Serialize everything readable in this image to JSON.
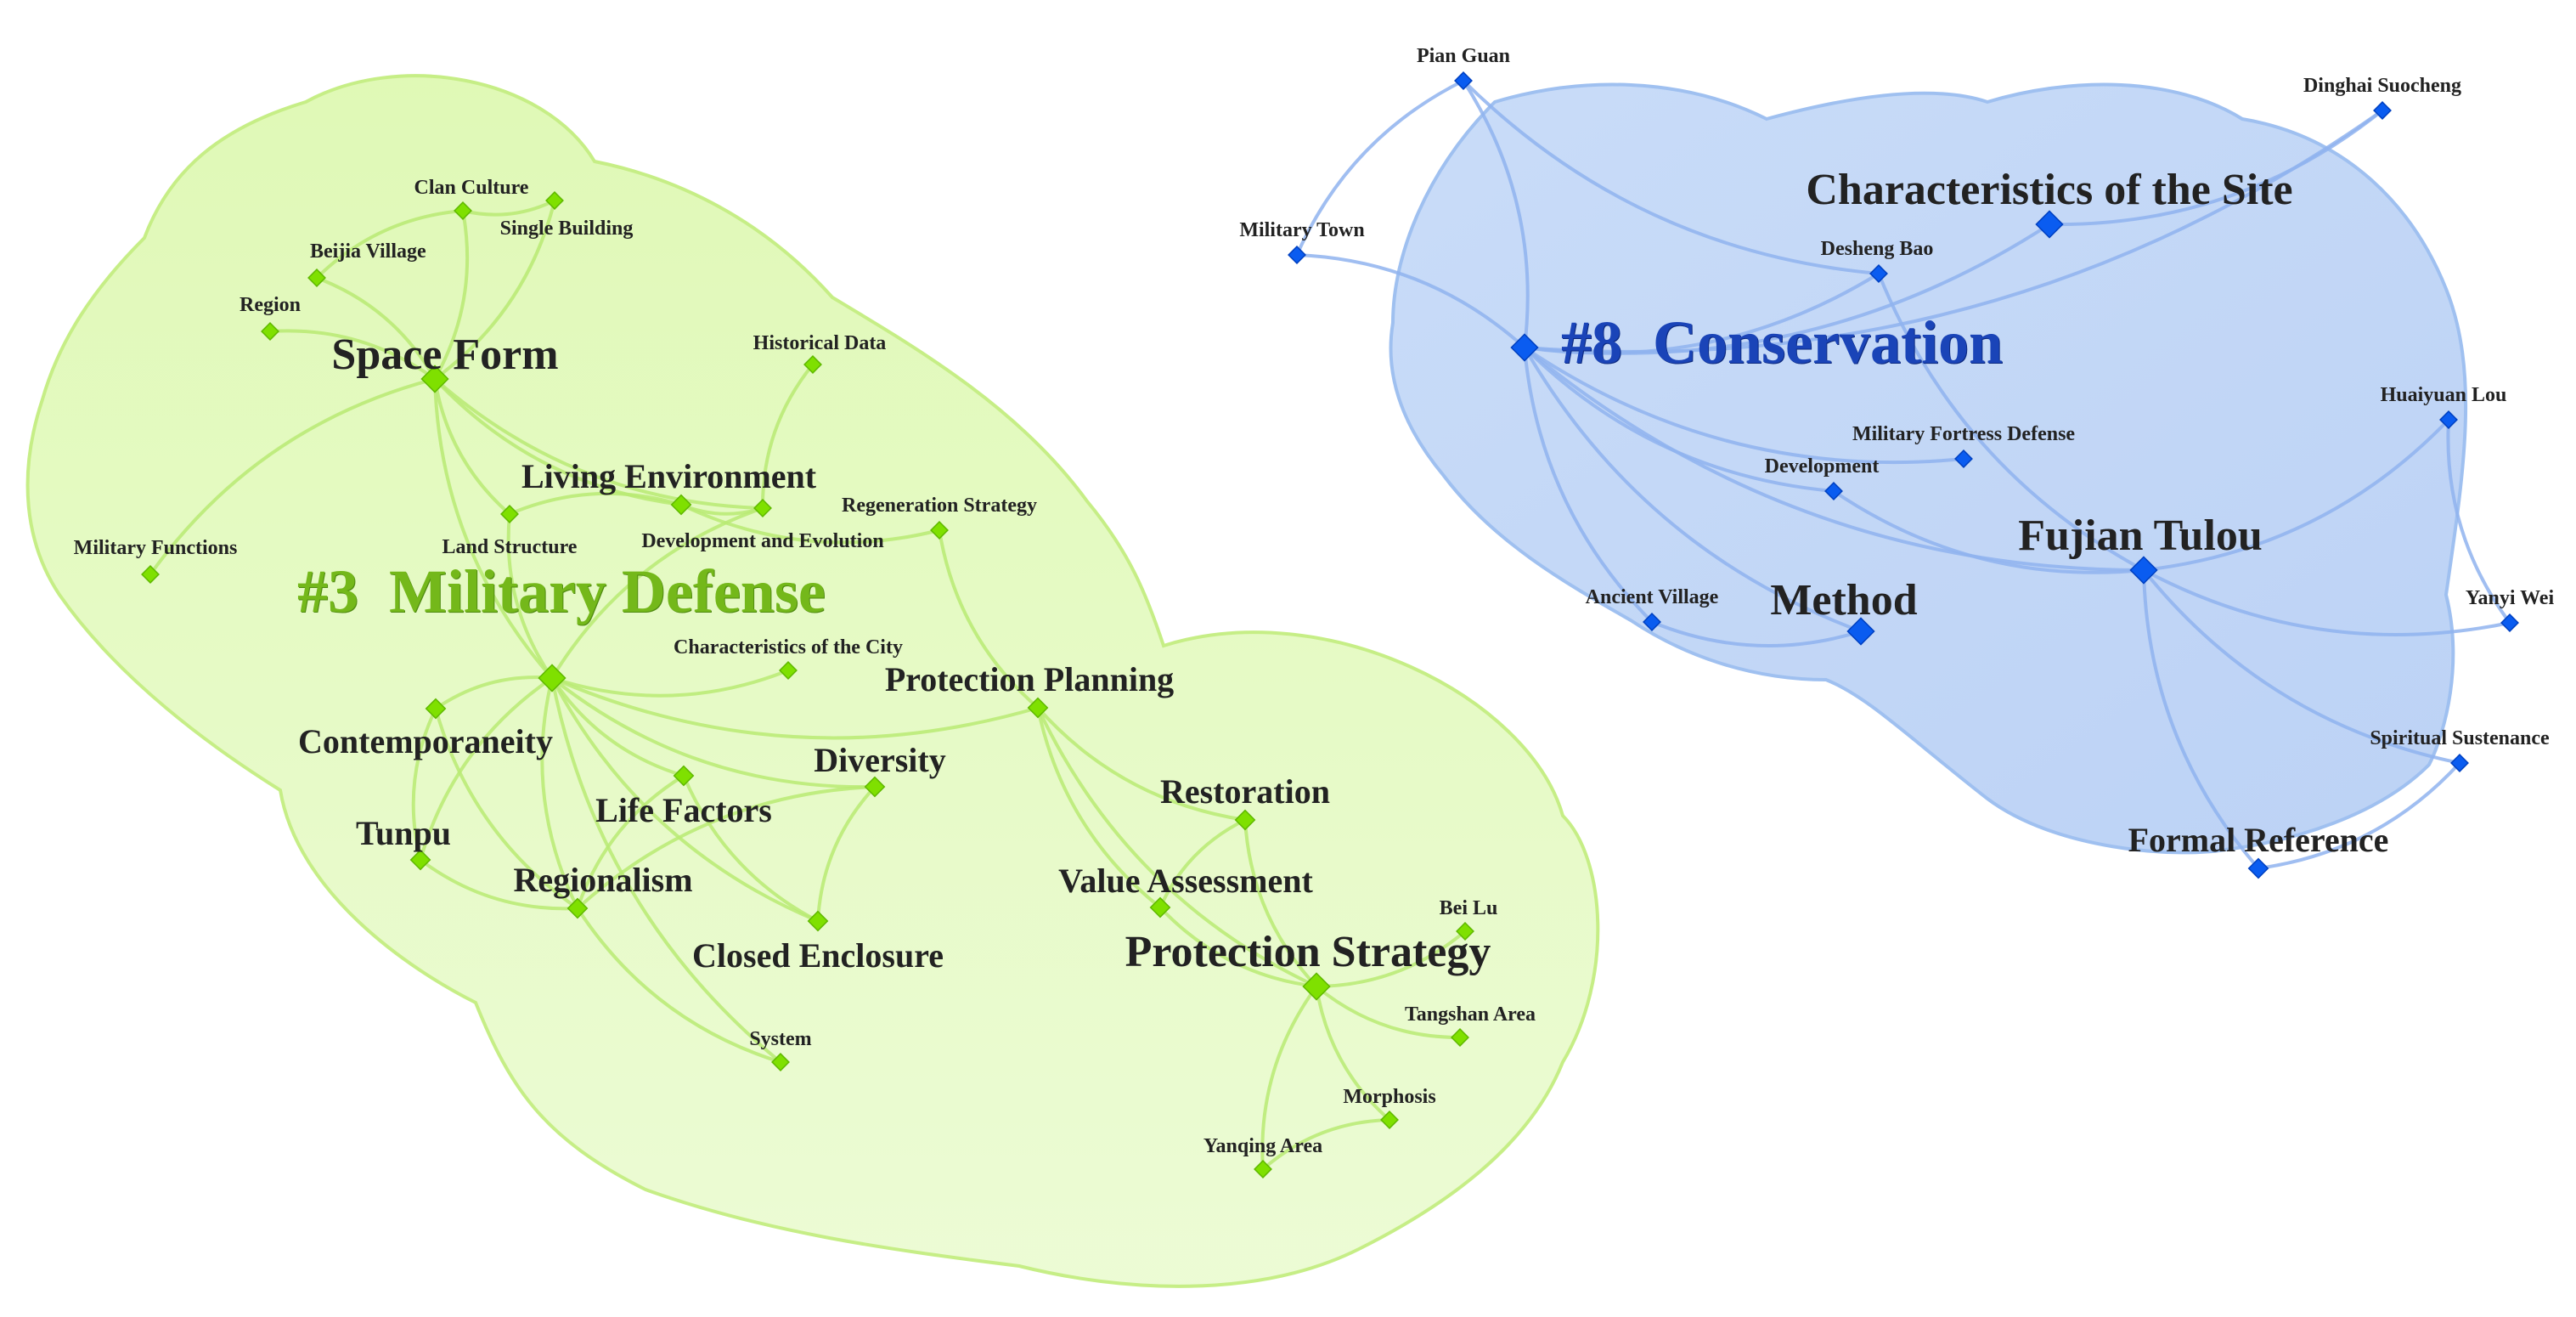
{
  "clusters": [
    {
      "id": "c3",
      "number": "#3",
      "name": "Military Defense",
      "color": "#7cb518",
      "fill": "#d9f7a8",
      "node_color": "#7fe000"
    },
    {
      "id": "c8",
      "number": "#8",
      "name": "Conservation",
      "color": "#1a44b8",
      "fill": "#b9d1f4",
      "node_color": "#0a5cf0"
    }
  ],
  "nodes": [
    {
      "id": "space_form",
      "cluster": "c3",
      "label": "Space Form",
      "weight": 3
    },
    {
      "id": "clan_culture",
      "cluster": "c3",
      "label": "Clan Culture",
      "weight": 1
    },
    {
      "id": "single_building",
      "cluster": "c3",
      "label": "Single Building",
      "weight": 1
    },
    {
      "id": "beijia_village",
      "cluster": "c3",
      "label": "Beijia Village",
      "weight": 1
    },
    {
      "id": "region",
      "cluster": "c3",
      "label": "Region",
      "weight": 1
    },
    {
      "id": "historical_data",
      "cluster": "c3",
      "label": "Historical Data",
      "weight": 1
    },
    {
      "id": "living_environment",
      "cluster": "c3",
      "label": "Living Environment",
      "weight": 2
    },
    {
      "id": "land_structure",
      "cluster": "c3",
      "label": "Land Structure",
      "weight": 1
    },
    {
      "id": "dev_evolution",
      "cluster": "c3",
      "label": "Development and Evolution",
      "weight": 1
    },
    {
      "id": "regen_strategy",
      "cluster": "c3",
      "label": "Regeneration Strategy",
      "weight": 1
    },
    {
      "id": "military_functions",
      "cluster": "c3",
      "label": "Military Functions",
      "weight": 1
    },
    {
      "id": "military_defense",
      "cluster": "c3",
      "label": "",
      "weight": 3
    },
    {
      "id": "char_city",
      "cluster": "c3",
      "label": "Characteristics of the City",
      "weight": 1
    },
    {
      "id": "protection_planning",
      "cluster": "c3",
      "label": "Protection Planning",
      "weight": 2
    },
    {
      "id": "contemporaneity",
      "cluster": "c3",
      "label": "Contemporaneity",
      "weight": 2
    },
    {
      "id": "diversity",
      "cluster": "c3",
      "label": "Diversity",
      "weight": 2
    },
    {
      "id": "life_factors",
      "cluster": "c3",
      "label": "Life Factors",
      "weight": 2
    },
    {
      "id": "tunpu",
      "cluster": "c3",
      "label": "Tunpu",
      "weight": 2
    },
    {
      "id": "regionalism",
      "cluster": "c3",
      "label": "Regionalism",
      "weight": 2
    },
    {
      "id": "closed_enclosure",
      "cluster": "c3",
      "label": "Closed Enclosure",
      "weight": 2
    },
    {
      "id": "restoration",
      "cluster": "c3",
      "label": "Restoration",
      "weight": 2
    },
    {
      "id": "value_assessment",
      "cluster": "c3",
      "label": "Value Assessment",
      "weight": 2
    },
    {
      "id": "bei_lu",
      "cluster": "c3",
      "label": "Bei Lu",
      "weight": 1
    },
    {
      "id": "protection_strategy",
      "cluster": "c3",
      "label": "Protection Strategy",
      "weight": 3
    },
    {
      "id": "tangshan_area",
      "cluster": "c3",
      "label": "Tangshan Area",
      "weight": 1
    },
    {
      "id": "system",
      "cluster": "c3",
      "label": "System",
      "weight": 1
    },
    {
      "id": "morphosis",
      "cluster": "c3",
      "label": "Morphosis",
      "weight": 1
    },
    {
      "id": "yanqing_area",
      "cluster": "c3",
      "label": "Yanqing Area",
      "weight": 1
    },
    {
      "id": "pian_guan",
      "cluster": "c8",
      "label": "Pian Guan",
      "weight": 1
    },
    {
      "id": "dinghai_suocheng",
      "cluster": "c8",
      "label": "Dinghai Suocheng",
      "weight": 1
    },
    {
      "id": "military_town",
      "cluster": "c8",
      "label": "Military Town",
      "weight": 1
    },
    {
      "id": "char_site",
      "cluster": "c8",
      "label": "Characteristics of the Site",
      "weight": 3
    },
    {
      "id": "desheng_bao",
      "cluster": "c8",
      "label": "Desheng Bao",
      "weight": 1
    },
    {
      "id": "conservation",
      "cluster": "c8",
      "label": "",
      "weight": 3
    },
    {
      "id": "mil_fortress",
      "cluster": "c8",
      "label": "Military Fortress Defense",
      "weight": 1
    },
    {
      "id": "development",
      "cluster": "c8",
      "label": "Development",
      "weight": 1
    },
    {
      "id": "huaiyuan_lou",
      "cluster": "c8",
      "label": "Huaiyuan Lou",
      "weight": 1
    },
    {
      "id": "fujian_tulou",
      "cluster": "c8",
      "label": "Fujian Tulou",
      "weight": 3
    },
    {
      "id": "ancient_village",
      "cluster": "c8",
      "label": "Ancient Village",
      "weight": 1
    },
    {
      "id": "method",
      "cluster": "c8",
      "label": "Method",
      "weight": 3
    },
    {
      "id": "yanyi_wei",
      "cluster": "c8",
      "label": "Yanyi Wei",
      "weight": 1
    },
    {
      "id": "spiritual_sustenance",
      "cluster": "c8",
      "label": "Spiritual Sustenance",
      "weight": 1
    },
    {
      "id": "formal_reference",
      "cluster": "c8",
      "label": "Formal Reference",
      "weight": 2
    }
  ],
  "links": [
    [
      "space_form",
      "clan_culture"
    ],
    [
      "space_form",
      "single_building"
    ],
    [
      "space_form",
      "beijia_village"
    ],
    [
      "space_form",
      "region"
    ],
    [
      "space_form",
      "military_functions"
    ],
    [
      "space_form",
      "land_structure"
    ],
    [
      "space_form",
      "living_environment"
    ],
    [
      "space_form",
      "military_defense"
    ],
    [
      "space_form",
      "dev_evolution"
    ],
    [
      "clan_culture",
      "single_building"
    ],
    [
      "clan_culture",
      "beijia_village"
    ],
    [
      "historical_data",
      "dev_evolution"
    ],
    [
      "living_environment",
      "dev_evolution"
    ],
    [
      "living_environment",
      "land_structure"
    ],
    [
      "living_environment",
      "regen_strategy"
    ],
    [
      "dev_evolution",
      "military_defense"
    ],
    [
      "land_structure",
      "military_defense"
    ],
    [
      "regen_strategy",
      "protection_planning"
    ],
    [
      "military_defense",
      "char_city"
    ],
    [
      "military_defense",
      "contemporaneity"
    ],
    [
      "military_defense",
      "diversity"
    ],
    [
      "military_defense",
      "life_factors"
    ],
    [
      "military_defense",
      "tunpu"
    ],
    [
      "military_defense",
      "regionalism"
    ],
    [
      "military_defense",
      "closed_enclosure"
    ],
    [
      "military_defense",
      "protection_planning"
    ],
    [
      "military_defense",
      "system"
    ],
    [
      "contemporaneity",
      "tunpu"
    ],
    [
      "contemporaneity",
      "regionalism"
    ],
    [
      "tunpu",
      "regionalism"
    ],
    [
      "life_factors",
      "closed_enclosure"
    ],
    [
      "life_factors",
      "regionalism"
    ],
    [
      "diversity",
      "regionalism"
    ],
    [
      "diversity",
      "closed_enclosure"
    ],
    [
      "protection_planning",
      "restoration"
    ],
    [
      "protection_planning",
      "value_assessment"
    ],
    [
      "protection_planning",
      "protection_strategy"
    ],
    [
      "restoration",
      "value_assessment"
    ],
    [
      "restoration",
      "protection_strategy"
    ],
    [
      "value_assessment",
      "protection_strategy"
    ],
    [
      "protection_strategy",
      "bei_lu"
    ],
    [
      "protection_strategy",
      "tangshan_area"
    ],
    [
      "protection_strategy",
      "morphosis"
    ],
    [
      "protection_strategy",
      "yanqing_area"
    ],
    [
      "morphosis",
      "yanqing_area"
    ],
    [
      "regionalism",
      "system"
    ],
    [
      "conservation",
      "pian_guan"
    ],
    [
      "conservation",
      "military_town"
    ],
    [
      "conservation",
      "char_site"
    ],
    [
      "conservation",
      "desheng_bao"
    ],
    [
      "conservation",
      "mil_fortress"
    ],
    [
      "conservation",
      "development"
    ],
    [
      "conservation",
      "method"
    ],
    [
      "conservation",
      "ancient_village"
    ],
    [
      "conservation",
      "fujian_tulou"
    ],
    [
      "conservation",
      "dinghai_suocheng"
    ],
    [
      "pian_guan",
      "military_town"
    ],
    [
      "pian_guan",
      "desheng_bao"
    ],
    [
      "char_site",
      "dinghai_suocheng"
    ],
    [
      "desheng_bao",
      "fujian_tulou"
    ],
    [
      "development",
      "fujian_tulou"
    ],
    [
      "ancient_village",
      "method"
    ],
    [
      "fujian_tulou",
      "huaiyuan_lou"
    ],
    [
      "fujian_tulou",
      "yanyi_wei"
    ],
    [
      "fujian_tulou",
      "spiritual_sustenance"
    ],
    [
      "fujian_tulou",
      "formal_reference"
    ],
    [
      "huaiyuan_lou",
      "yanyi_wei"
    ],
    [
      "formal_reference",
      "spiritual_sustenance"
    ]
  ]
}
